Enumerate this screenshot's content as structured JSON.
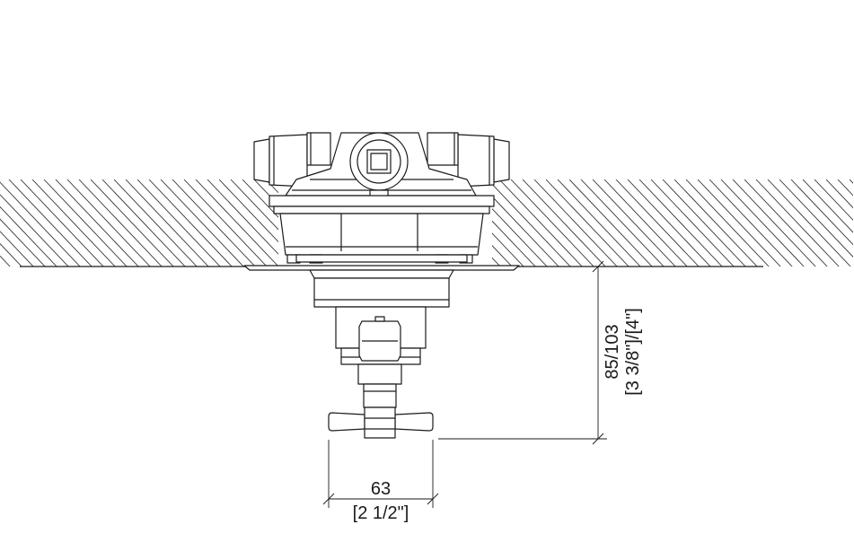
{
  "dimensions": {
    "height": {
      "value": "85/103",
      "imperial": "[3 3/8\"]/[4\"]"
    },
    "width": {
      "value": "63",
      "imperial": "[2 1/2\"]"
    }
  },
  "colors": {
    "line": "#1a1a1a",
    "background": "#ffffff"
  }
}
